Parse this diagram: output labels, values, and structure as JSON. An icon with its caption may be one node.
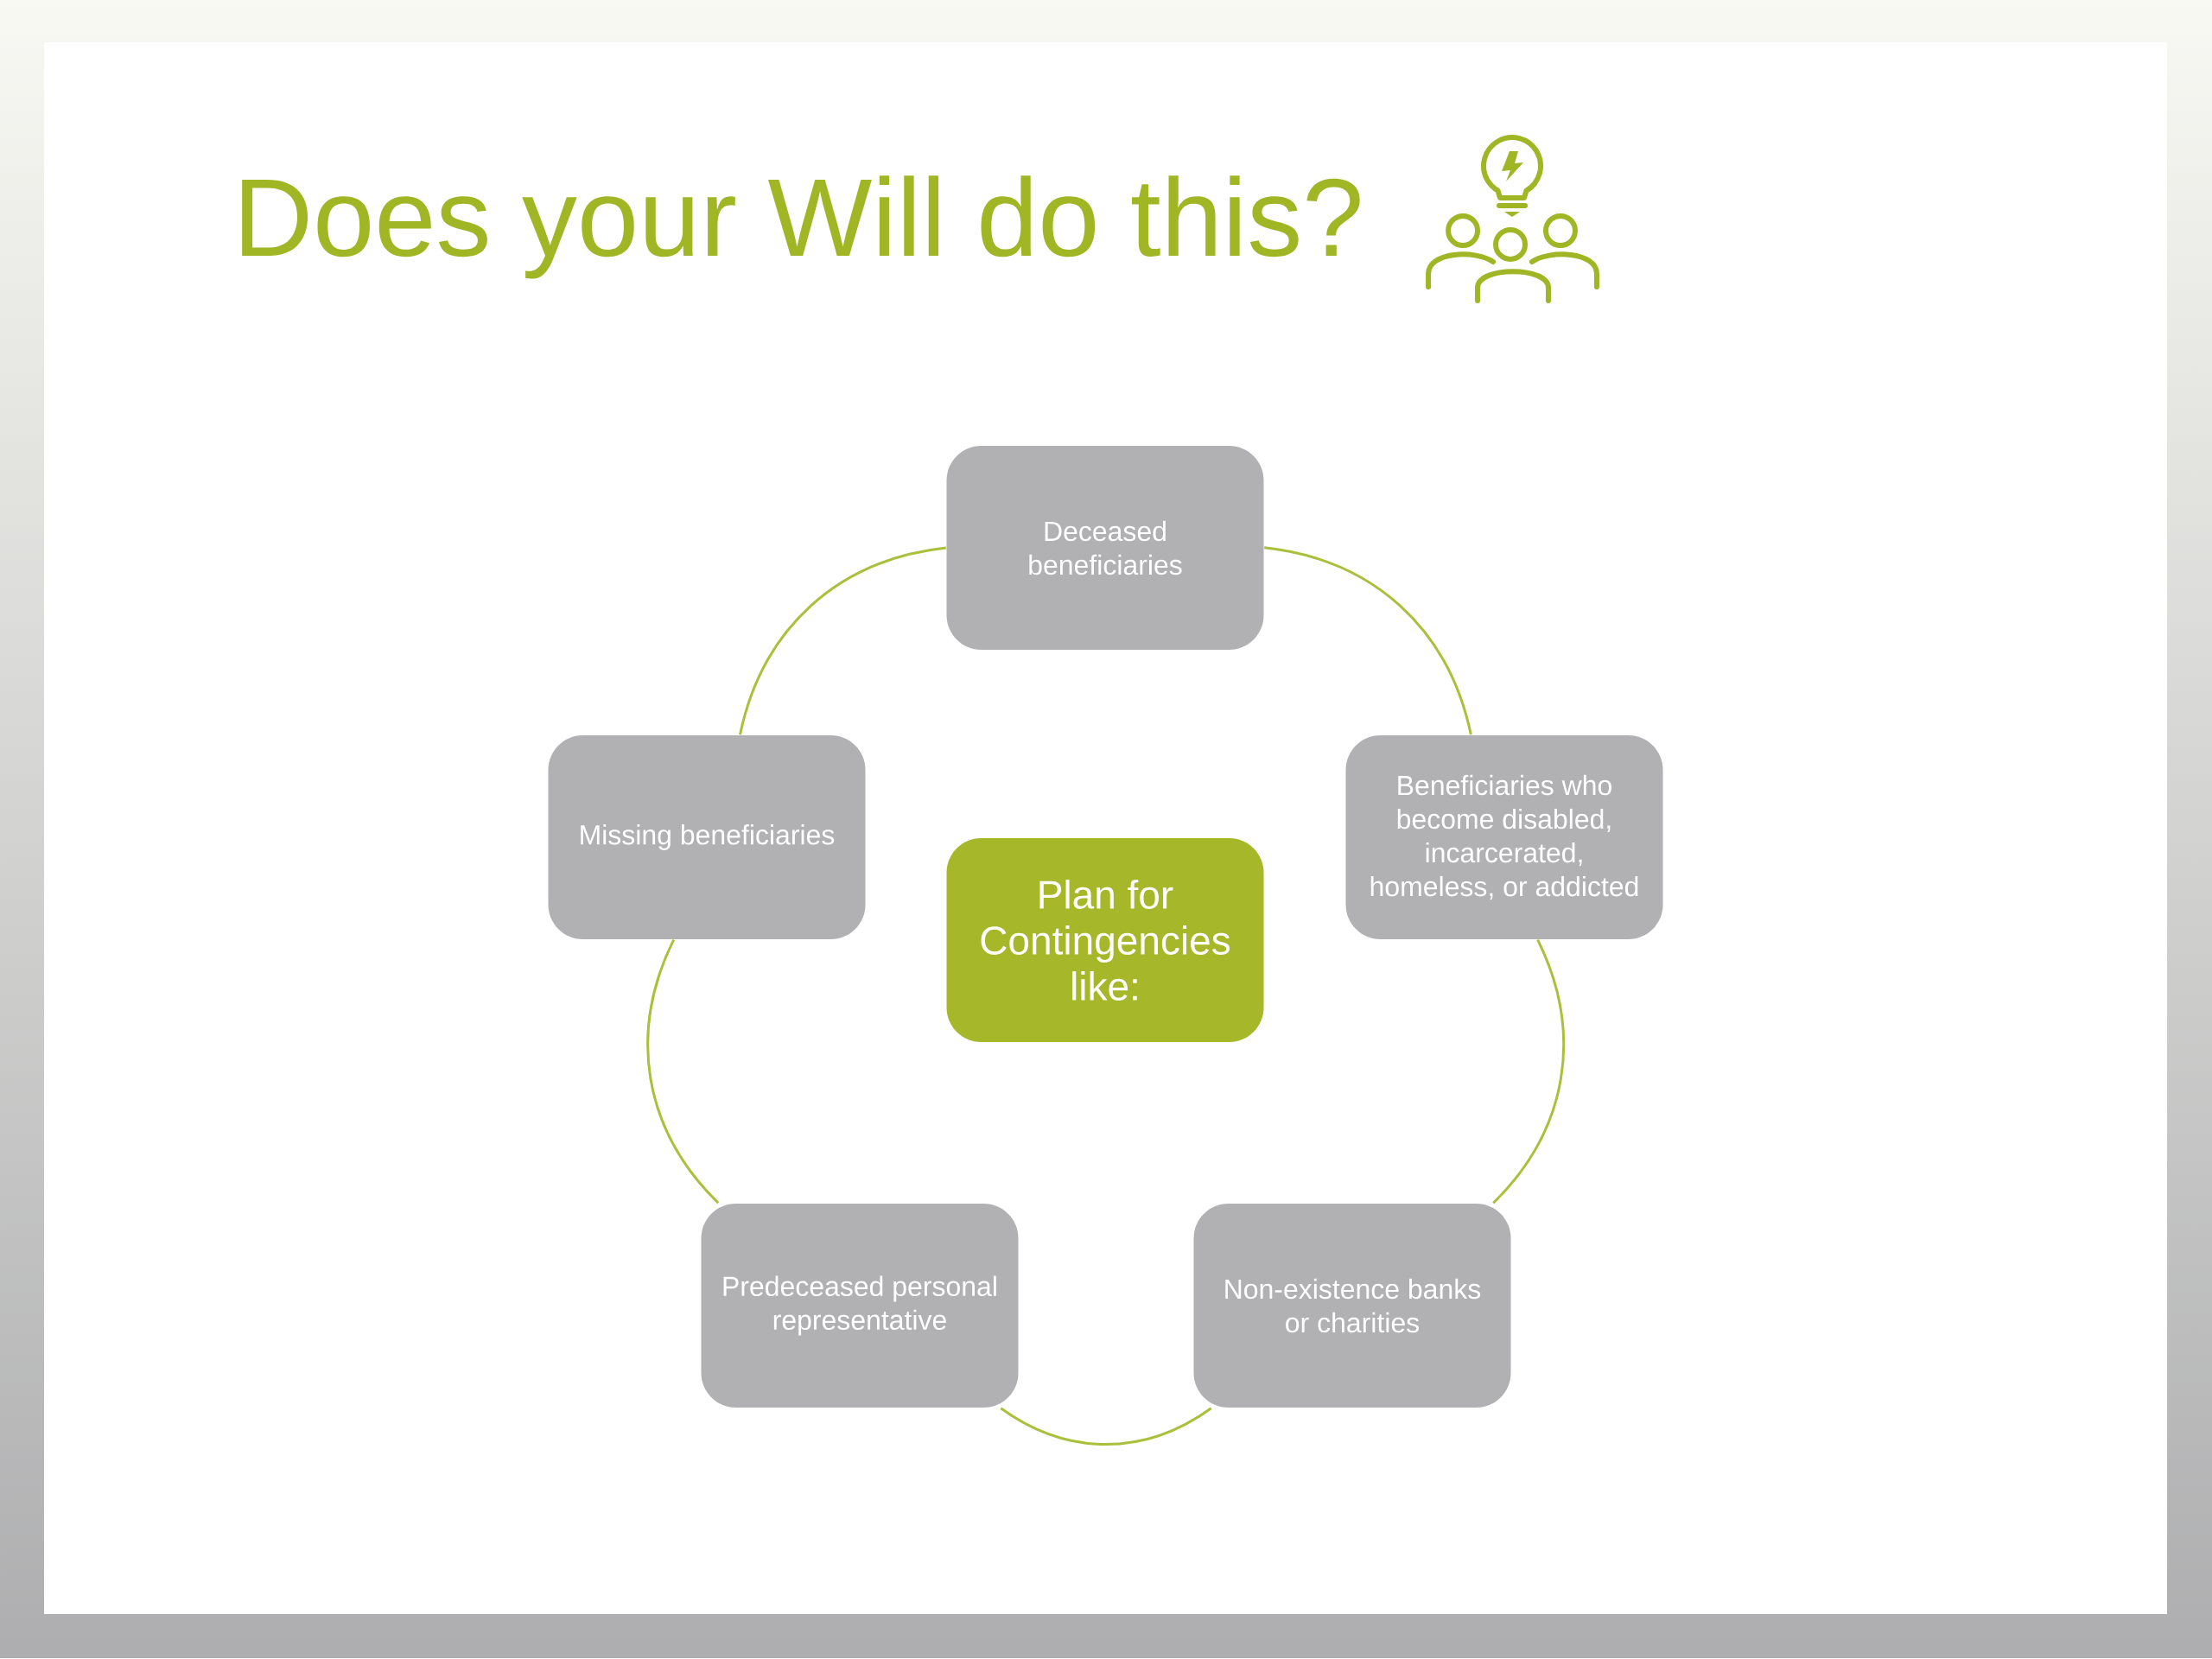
{
  "diagram": {
    "title": "Does your Will do this?",
    "nodes": [
      {
        "text": [
          "Deceased beneficiaries"
        ]
      },
      {
        "text": [
          "Missing beneficiaries"
        ]
      },
      {
        "text": [
          "Beneficiaries who become disabled, incarcerated, homeless, or addicted"
        ]
      },
      {
        "text": [
          "Plan for Contingencies like:"
        ]
      },
      {
        "text": [
          "Predeceased personal representative"
        ]
      },
      {
        "text": [
          "Non-existence banks or charities"
        ]
      }
    ],
    "edges": [
      {
        "from": 0,
        "to": 2,
        "arrow": "none"
      },
      {
        "from": 2,
        "to": 5,
        "arrow": "none"
      },
      {
        "from": 5,
        "to": 4,
        "arrow": "none"
      },
      {
        "from": 4,
        "to": 1,
        "arrow": "none"
      },
      {
        "from": 1,
        "to": 0,
        "arrow": "none"
      }
    ]
  }
}
